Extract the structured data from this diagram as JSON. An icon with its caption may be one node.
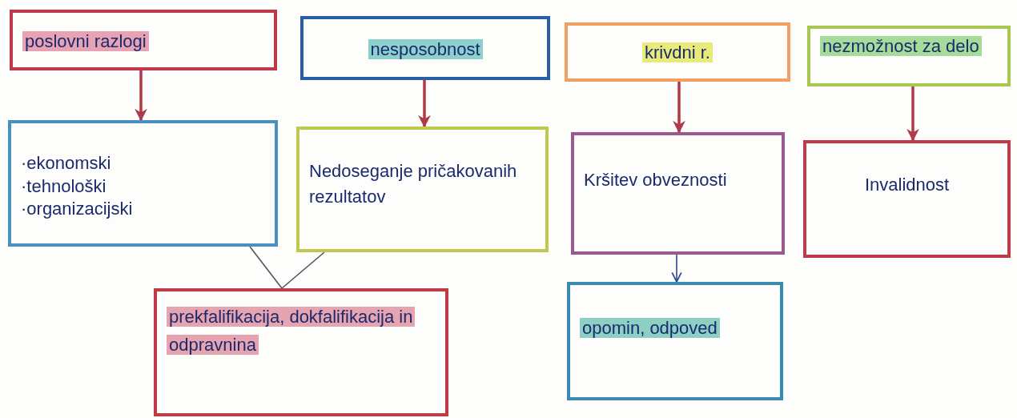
{
  "diagram": {
    "nodes": [
      {
        "text": [
          "poslovni razlogi"
        ]
      },
      {
        "text": [
          "nesposobnost"
        ]
      },
      {
        "text": [
          "krivdni r."
        ]
      },
      {
        "text": [
          "nezmožnost za delo"
        ]
      },
      {
        "text": [
          "·ekonomski",
          "·tehnološki",
          "·organizacijski"
        ]
      },
      {
        "text": [
          "Nedoseganje pričakovanih rezultatov"
        ]
      },
      {
        "text": [
          "Kršitev obveznosti"
        ]
      },
      {
        "text": [
          "Invalidnost"
        ]
      },
      {
        "text": [
          "prekfalifikacija, dokfalifikacija in odpravnina"
        ]
      },
      {
        "text": [
          "opomin, odpoved"
        ]
      }
    ],
    "edges": [
      {
        "from": 0,
        "to": 4,
        "arrow": "to"
      },
      {
        "from": 1,
        "to": 5,
        "arrow": "to"
      },
      {
        "from": 2,
        "to": 6,
        "arrow": "to"
      },
      {
        "from": 3,
        "to": 7,
        "arrow": "to"
      },
      {
        "from": 4,
        "to": 8,
        "arrow": "none",
        "color": "#555555"
      },
      {
        "from": 5,
        "to": 8,
        "arrow": "none",
        "color": "#555555"
      },
      {
        "from": 6,
        "to": 9,
        "arrow": "to",
        "color": "#2b4a90"
      }
    ]
  }
}
